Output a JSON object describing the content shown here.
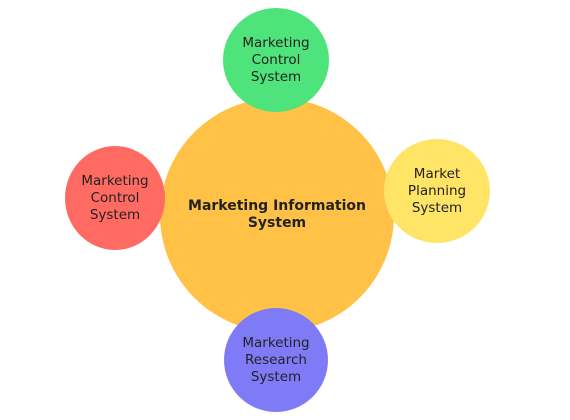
{
  "diagram": {
    "center": {
      "label": "Marketing Information\nSystem",
      "color": "#ffc247"
    },
    "nodes": {
      "top": {
        "label": "Marketing\nControl\nSystem",
        "color": "#4ee37b"
      },
      "right": {
        "label": "Market\nPlanning\nSystem",
        "color": "#ffe466"
      },
      "left": {
        "label": "Marketing\nControl\nSystem",
        "color": "#ff6b63"
      },
      "bottom": {
        "label": "Marketing\nResearch\nSystem",
        "color": "#7f7bf7"
      }
    }
  }
}
